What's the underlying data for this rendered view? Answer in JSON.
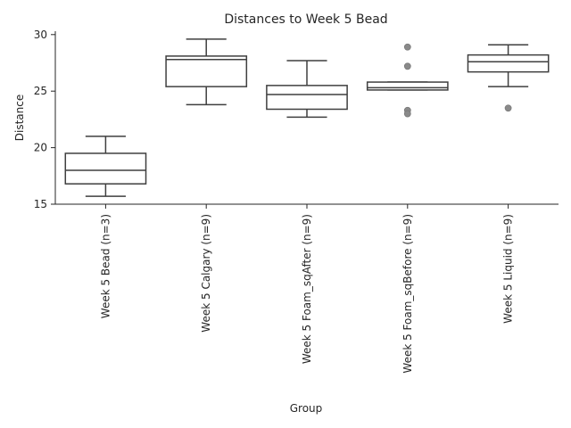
{
  "chart_data": {
    "type": "box",
    "title": "Distances to Week 5 Bead",
    "xlabel": "Group",
    "ylabel": "Distance",
    "ylim": [
      15,
      30.3
    ],
    "yticks": [
      15,
      20,
      25,
      30
    ],
    "grid": false,
    "categories": [
      "Week 5 Bead (n=3)",
      "Week 5 Calgary (n=9)",
      "Week 5 Foam_sqAfter (n=9)",
      "Week 5 Foam_sqBefore (n=9)",
      "Week 5 Liquid (n=9)"
    ],
    "boxes": [
      {
        "whisker_low": 15.7,
        "q1": 16.8,
        "median": 18.0,
        "q3": 19.5,
        "whisker_high": 21.0,
        "outliers": []
      },
      {
        "whisker_low": 23.8,
        "q1": 25.4,
        "median": 27.8,
        "q3": 28.1,
        "whisker_high": 29.6,
        "outliers": []
      },
      {
        "whisker_low": 22.7,
        "q1": 23.4,
        "median": 24.7,
        "q3": 25.5,
        "whisker_high": 27.7,
        "outliers": []
      },
      {
        "whisker_low": 25.1,
        "q1": 25.1,
        "median": 25.3,
        "q3": 25.8,
        "whisker_high": 25.8,
        "outliers": [
          28.9,
          27.2,
          23.3,
          23.0
        ]
      },
      {
        "whisker_low": 25.4,
        "q1": 26.7,
        "median": 27.6,
        "q3": 28.2,
        "whisker_high": 29.1,
        "outliers": [
          23.5
        ]
      }
    ],
    "colors": {
      "box_stroke": "#3f3f3f",
      "outlier_fill": "#8a8a8a",
      "background": "#ffffff"
    }
  }
}
